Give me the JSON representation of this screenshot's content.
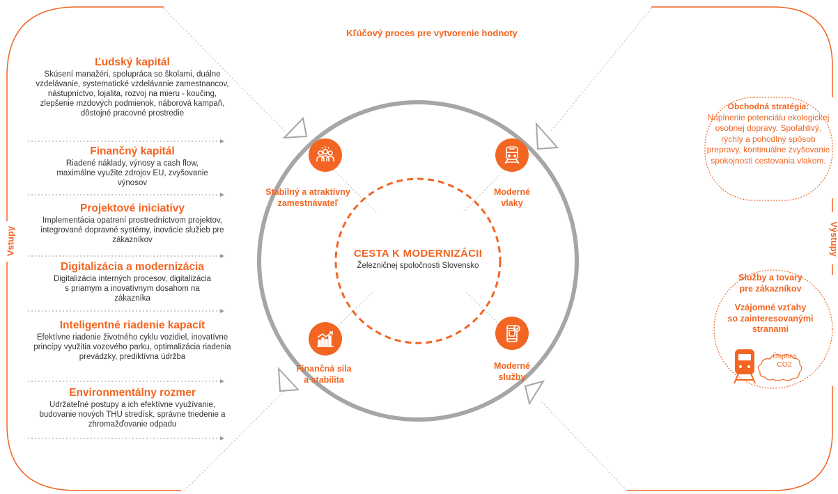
{
  "top_title": "Kľúčový proces pre vytvorenie hodnoty",
  "left_label": "Vstupy",
  "right_label": "Výstupy",
  "inputs": [
    {
      "title": "Ľudský kapitál",
      "text": "Skúsení manažéri, spolupráca so školami, duálne vzdelávanie, systematické vzdelávanie zamestnancov, nástupníctvo, lojalita, rozvoj na mieru - koučing, zlepšenie mzdových podmienok, náborová kampaň, dôstojné pracovné prostredie"
    },
    {
      "title": "Finančný kapitál",
      "text": "Riadené náklady, výnosy a cash flow, maximálne využite zdrojov EU, zvyšovanie výnosov"
    },
    {
      "title": "Projektové iniciatívy",
      "text": "Implementácia opatrení prostredníctvom projektov, integrované dopravné systémy, inovácie služieb pre zákazníkov"
    },
    {
      "title": "Digitalizácia a modernizácia",
      "text": "Digitalizácia interných procesov, digitalizácia s priamym a inovatívnym dosahom na zákazníka"
    },
    {
      "title": "Inteligentné riadenie kapacít",
      "text": "Efektívne riadenie životného cyklu vozidiel, inovatívne princípy využitia vozového parku, optimalizácia riadenia prevádzky, prediktívna údržba"
    },
    {
      "title": "Environmentálny rozmer",
      "text": "Udržateľné postupy a ich efektívne využívanie, budovanie nových THU stredísk, správne triedenie a zhromažďovanie odpadu"
    }
  ],
  "center": {
    "title": "CESTA K MODERNIZÁCII",
    "subtitle": "Železničnej spoločnosti Slovensko"
  },
  "nodes": {
    "employer": {
      "line1": "Stabilný a atraktívny",
      "line2": "zamestnávateľ",
      "icon": "people-icon"
    },
    "trains": {
      "line1": "Moderné",
      "line2": "vlaky",
      "icon": "train-icon"
    },
    "finance": {
      "line1": "Finančná sila",
      "line2": "a stabilita",
      "icon": "chart-icon"
    },
    "services": {
      "line1": "Moderné",
      "line2": "služby",
      "icon": "phone-icon"
    }
  },
  "strategy": {
    "title": "Obchodná stratégia:",
    "text": "Naplnenie potenciálu ekologickej osobnej dopravy. Spoľahlivý, rýchly a pohodlný spôsob prepravy, kontinuálne zvyšovanie spokojnosti cestovania vlakom."
  },
  "outputs": {
    "line1": "Služby a tovary",
    "line2": "pre zákazníkov",
    "line3": "Vzájomné vzťahy",
    "line4": "so zainteresovanými",
    "line5": "stranami",
    "cloud1": "Úspora",
    "cloud2": "CO2"
  },
  "colors": {
    "accent": "#f26522",
    "ring": "#a6a6a6",
    "text": "#333333"
  }
}
